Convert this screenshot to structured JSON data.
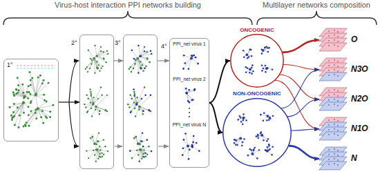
{
  "diagram": {
    "nodes": [
      {
        "text": [
          "1°"
        ]
      },
      {
        "text": [
          "2°"
        ]
      },
      {
        "text": [
          "3°"
        ]
      },
      {
        "text": [
          "4°",
          "PPI_net virus 1",
          "PPI_net virus 2",
          "PPI_net virus N"
        ]
      },
      {
        "text": [
          "ONCOGENIC"
        ]
      },
      {
        "text": [
          "NON-ONCOGENIC"
        ]
      },
      {
        "text": [
          "O"
        ]
      },
      {
        "text": [
          "N3O"
        ]
      },
      {
        "text": [
          "N2O"
        ]
      },
      {
        "text": [
          "N1O"
        ]
      },
      {
        "text": [
          "N"
        ]
      }
    ],
    "edges": [
      {
        "from": 0,
        "to": 1,
        "arrow": "to"
      },
      {
        "from": 1,
        "to": 2,
        "arrow": "to"
      },
      {
        "from": 2,
        "to": 3,
        "arrow": "to"
      },
      {
        "from": 3,
        "to": 4,
        "arrow": "to"
      },
      {
        "from": 3,
        "to": 5,
        "arrow": "to"
      },
      {
        "from": 4,
        "to": 6,
        "arrow": "to"
      },
      {
        "from": 4,
        "to": 7,
        "arrow": "to"
      },
      {
        "from": 4,
        "to": 8,
        "arrow": "to"
      },
      {
        "from": 4,
        "to": 9,
        "arrow": "to"
      },
      {
        "from": 5,
        "to": 7,
        "arrow": "to"
      },
      {
        "from": 5,
        "to": 8,
        "arrow": "to"
      },
      {
        "from": 5,
        "to": 9,
        "arrow": "to"
      },
      {
        "from": 5,
        "to": 10,
        "arrow": "to"
      }
    ],
    "labels": [
      "Virus-host interaction PPI networks building",
      "Multilayer networks composition"
    ]
  }
}
